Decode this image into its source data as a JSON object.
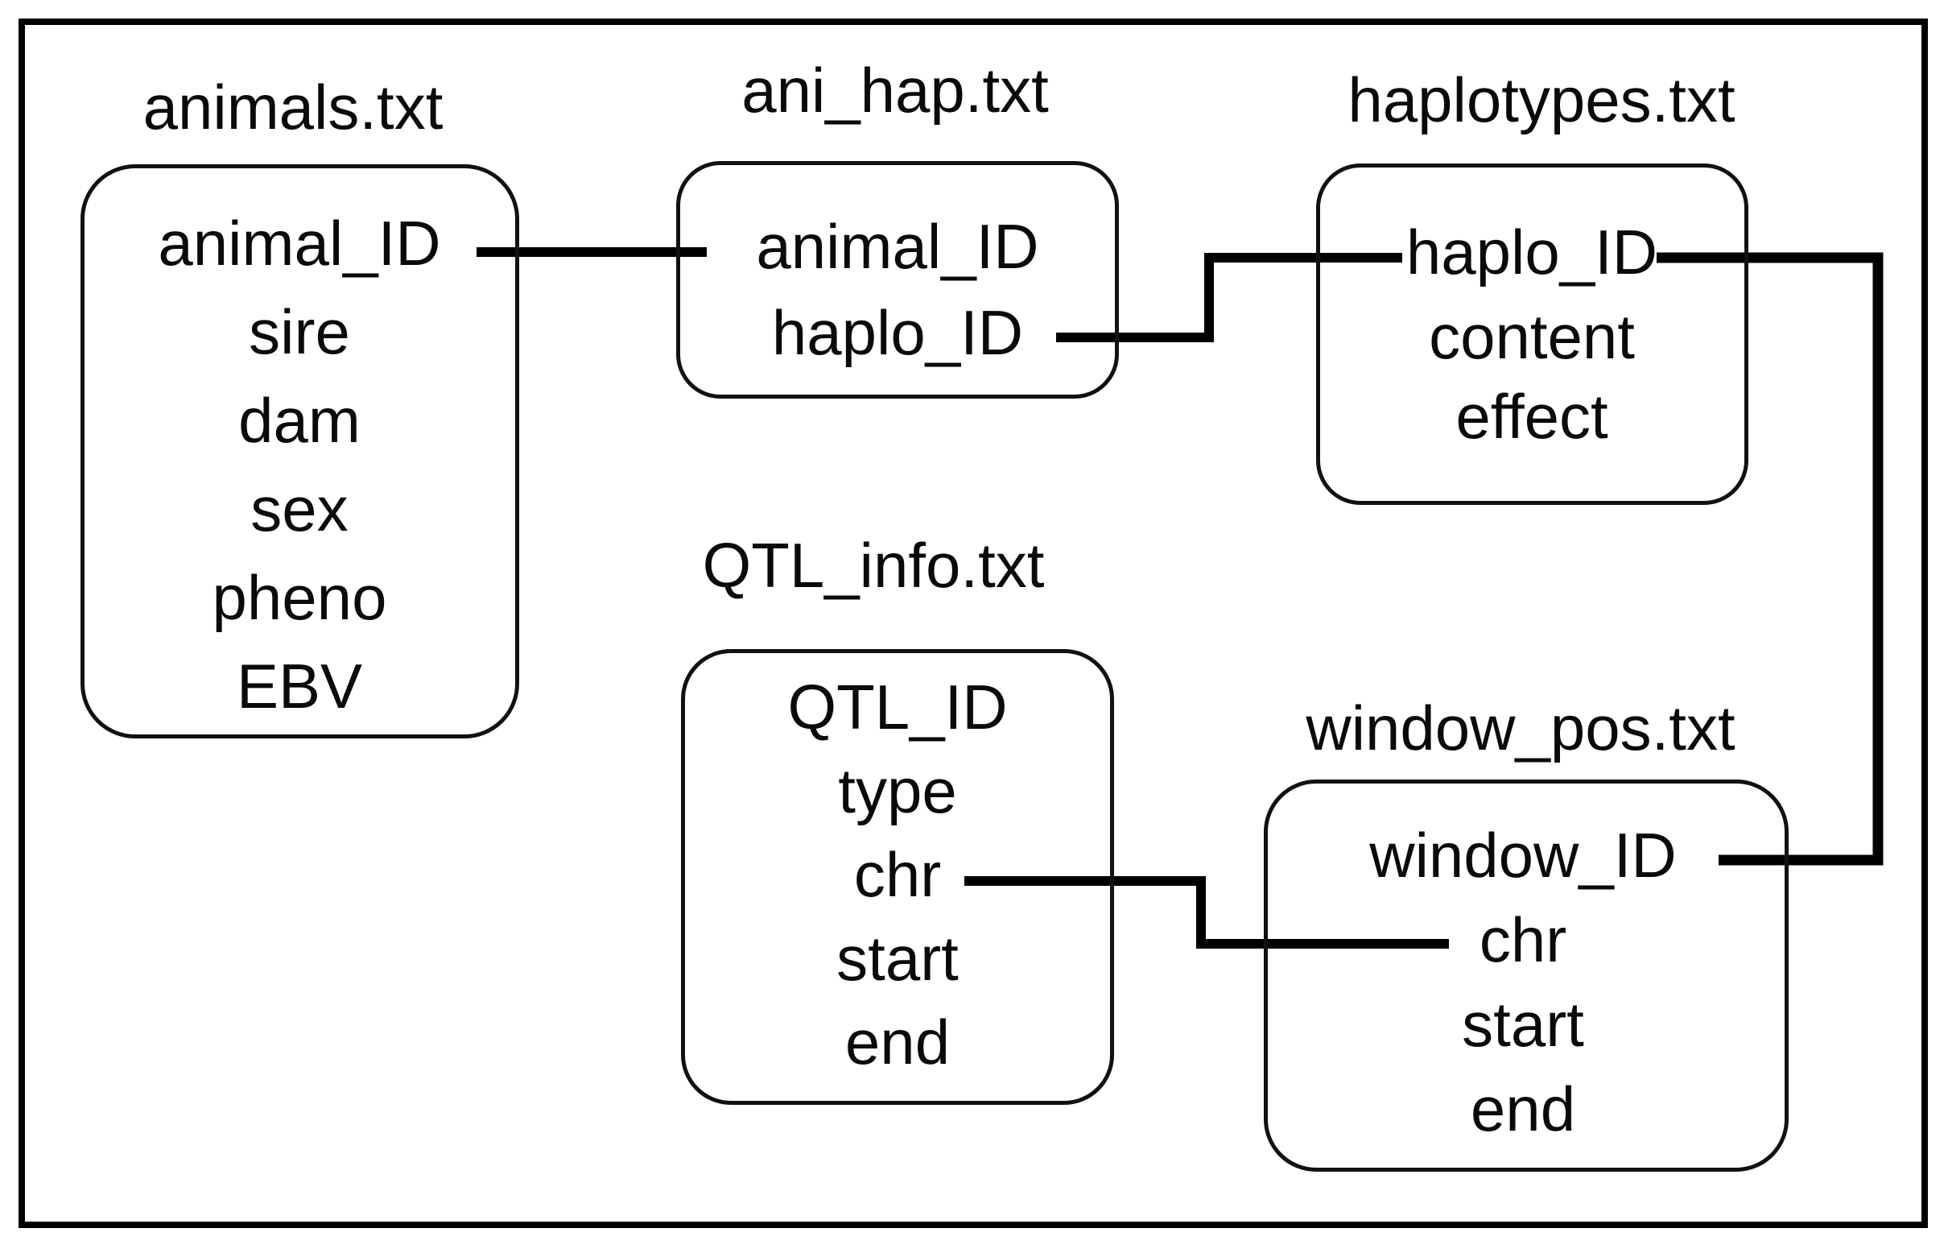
{
  "figure": {
    "background_color": "#ffffff",
    "line_color": "#000000",
    "text_color": "#0a0a0a",
    "entities": [
      {
        "title": "animals.txt",
        "fields": [
          "animal_ID",
          "sire",
          "dam",
          "sex",
          "pheno",
          "EBV"
        ]
      },
      {
        "title": "ani_hap.txt",
        "fields": [
          "animal_ID",
          "haplo_ID"
        ]
      },
      {
        "title": "haplotypes.txt",
        "fields": [
          "haplo_ID",
          "content",
          "effect"
        ]
      },
      {
        "title": "QTL_info.txt",
        "fields": [
          "QTL_ID",
          "type",
          "chr",
          "start",
          "end"
        ]
      },
      {
        "title": "window_pos.txt",
        "fields": [
          "window_ID",
          "chr",
          "start",
          "end"
        ]
      }
    ],
    "relationships": [
      {
        "from": "animals.txt:animal_ID",
        "to": "ani_hap.txt:animal_ID"
      },
      {
        "from": "ani_hap.txt:haplo_ID",
        "to": "haplotypes.txt:haplo_ID"
      },
      {
        "from": "haplotypes.txt:haplo_ID",
        "to": "window_pos.txt:window_ID"
      },
      {
        "from": "QTL_info.txt:chr",
        "to": "window_pos.txt:chr"
      }
    ]
  }
}
